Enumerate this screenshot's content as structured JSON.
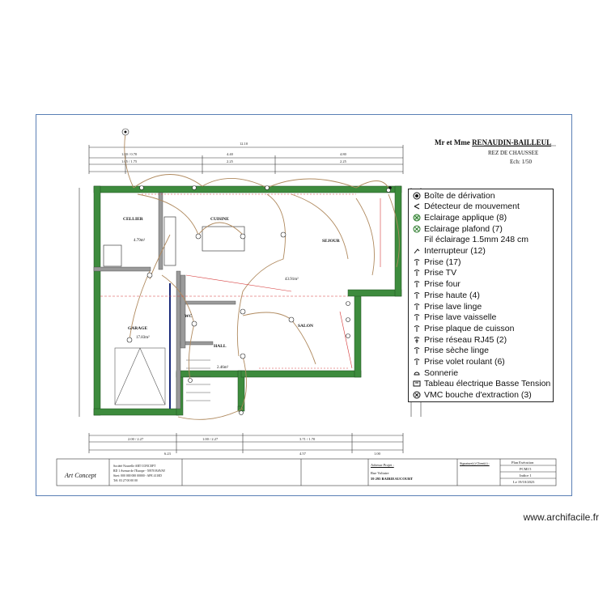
{
  "header": {
    "client_prefix": "Mr et Mme",
    "client_name": "RENAUDIN-BAILLEUL",
    "level": "REZ DE CHAUSSEE",
    "scale": "Ech: 1/50"
  },
  "rooms": [
    {
      "name": "CELLIER",
      "area": "4.79m²"
    },
    {
      "name": "CUISINE",
      "area": ""
    },
    {
      "name": "SEJOUR",
      "area": ""
    },
    {
      "name": "GARAGE",
      "area": "17.83m²"
    },
    {
      "name": "WC",
      "area": ""
    },
    {
      "name": "HALL",
      "area": "2.46m²"
    },
    {
      "name": "SALON",
      "area": ""
    },
    {
      "name": "",
      "area": "43.91m²"
    }
  ],
  "legend": {
    "items": [
      {
        "icon": "junction-box-icon",
        "label": "Boîte de dérivation"
      },
      {
        "icon": "motion-detector-icon",
        "label": "Détecteur de mouvement"
      },
      {
        "icon": "wall-light-icon",
        "label": "Eclairage applique (8)"
      },
      {
        "icon": "ceiling-light-icon",
        "label": "Eclairage plafond (7)"
      },
      {
        "icon": "",
        "label": "Fil éclairage 1.5mm 248 cm"
      },
      {
        "icon": "switch-icon",
        "label": "Interrupteur (12)"
      },
      {
        "icon": "outlet-icon",
        "label": "Prise (17)"
      },
      {
        "icon": "outlet-icon",
        "label": "Prise TV"
      },
      {
        "icon": "outlet-icon",
        "label": "Prise four"
      },
      {
        "icon": "outlet-icon",
        "label": "Prise haute (4)"
      },
      {
        "icon": "outlet-icon",
        "label": "Prise lave linge"
      },
      {
        "icon": "outlet-icon",
        "label": "Prise lave vaisselle"
      },
      {
        "icon": "outlet-icon",
        "label": "Prise plaque de cuisson"
      },
      {
        "icon": "network-outlet-icon",
        "label": "Prise réseau RJ45 (2)"
      },
      {
        "icon": "outlet-icon",
        "label": "Prise sèche linge"
      },
      {
        "icon": "outlet-icon",
        "label": "Prise volet roulant (6)"
      },
      {
        "icon": "doorbell-icon",
        "label": "Sonnerie"
      },
      {
        "icon": "electrical-panel-icon",
        "label": "Tableau électrique Basse Tension"
      },
      {
        "icon": "vmc-icon",
        "label": "VMC bouche d'extraction (3)"
      }
    ]
  },
  "dimensions": {
    "top_total": "12.10",
    "top_segments": [
      "1.00 / 0.70",
      "4.40",
      "4.80"
    ],
    "top_sub": [
      "1.05 / 1.75",
      "2.25",
      "2.25"
    ],
    "bottom_segments": [
      "2.00 / 2.27",
      "1.00 / 2.27",
      "3.71 / 1.70"
    ],
    "bottom_total_left": "6.23",
    "bottom_total_mid": "4.57",
    "bottom_total_right": "1.00"
  },
  "footer": {
    "company_line1": "Société Nouvelle ART CONCEPT",
    "company_line2": "RD 1 Avenue de l'Europe - 59570 BAVAY",
    "company_line3": "Siret: 000 000 000 00000 - APE 4110D",
    "company_line4": "Tél: 03 27 00 00 00",
    "logo_text": "Art Concept",
    "project_label": "Adresse Projet :",
    "project_address1": "Rue Voltaire",
    "project_address2": "59 295 BAIRIEAUCOURT",
    "signature_label": "Signature(s) Client(s) :",
    "plan_label": "Plan Exécution",
    "plan_code": "PCMI 5",
    "plan_index": "Indice 1",
    "plan_date": "Le 19/10/2023"
  },
  "site": {
    "watermark": "www.archifacile.fr"
  },
  "colors": {
    "wall_green": "#3d8b3d",
    "wire_brown": "#b08a5f",
    "annotation_red": "#d63a3a",
    "frame_blue": "#5a7fb5",
    "dim_line": "#333333"
  }
}
